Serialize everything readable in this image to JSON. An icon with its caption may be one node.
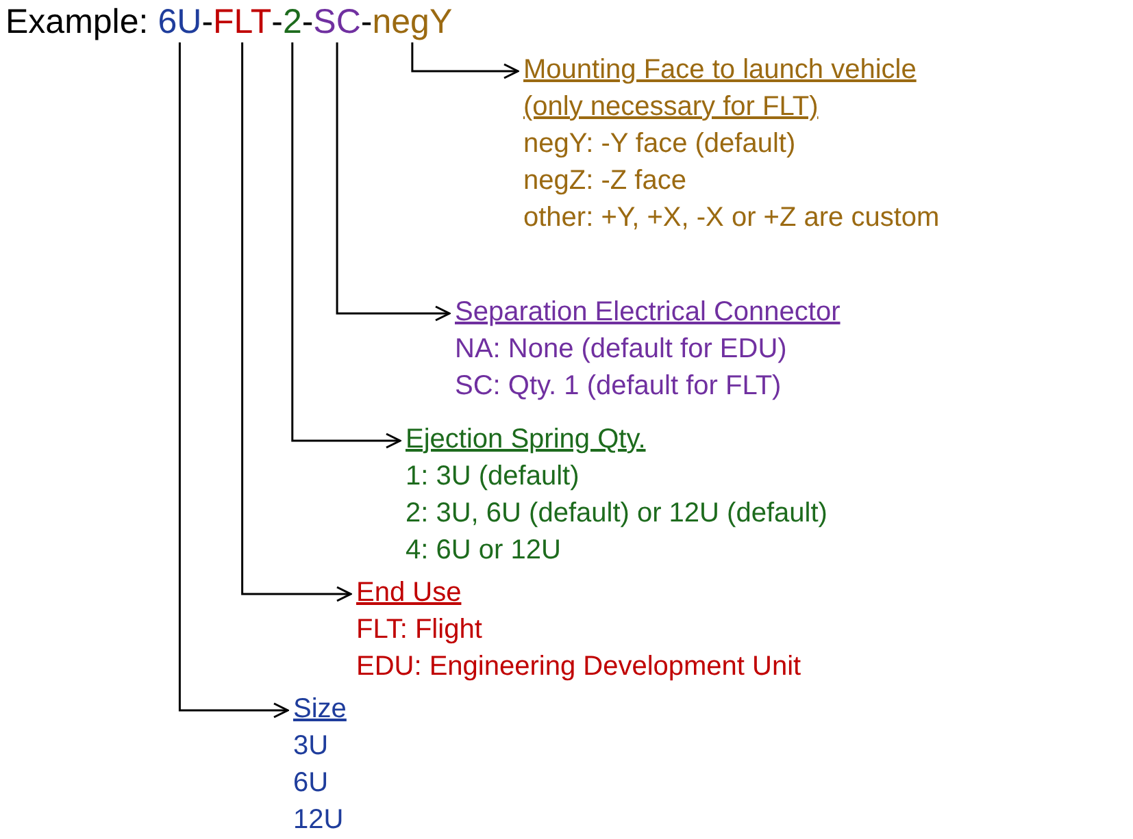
{
  "diagram": {
    "nodes": [
      {
        "text": [
          "6U"
        ]
      },
      {
        "text": [
          "FLT"
        ]
      },
      {
        "text": [
          "2"
        ]
      },
      {
        "text": [
          "SC"
        ]
      },
      {
        "text": [
          "negY"
        ]
      },
      {
        "text": [
          "Mounting Face to launch vehicle (only necessary for FLT)",
          "negY: -Y face (default)",
          "negZ: -Z face",
          "other: +Y, +X, -X or +Z are custom"
        ]
      },
      {
        "text": [
          "Separation Electrical Connector",
          "NA: None (default for EDU)",
          "SC: Qty. 1 (default for FLT)"
        ]
      },
      {
        "text": [
          "Ejection Spring Qty.",
          "1: 3U (default)",
          "2: 3U, 6U (default) or 12U (default)",
          "4: 6U or 12U"
        ]
      },
      {
        "text": [
          "End Use",
          "FLT: Flight",
          "EDU: Engineering Development Unit"
        ]
      },
      {
        "text": [
          "Size",
          "3U",
          "6U",
          "12U"
        ]
      }
    ],
    "edges": [
      {
        "from": 4,
        "to": 5,
        "arrow": "to"
      },
      {
        "from": 3,
        "to": 6,
        "arrow": "to"
      },
      {
        "from": 2,
        "to": 7,
        "arrow": "to"
      },
      {
        "from": 1,
        "to": 8,
        "arrow": "to"
      },
      {
        "from": 0,
        "to": 9,
        "arrow": "to"
      }
    ],
    "labels": [
      "Example:",
      "-",
      "-",
      "-",
      "-"
    ]
  }
}
